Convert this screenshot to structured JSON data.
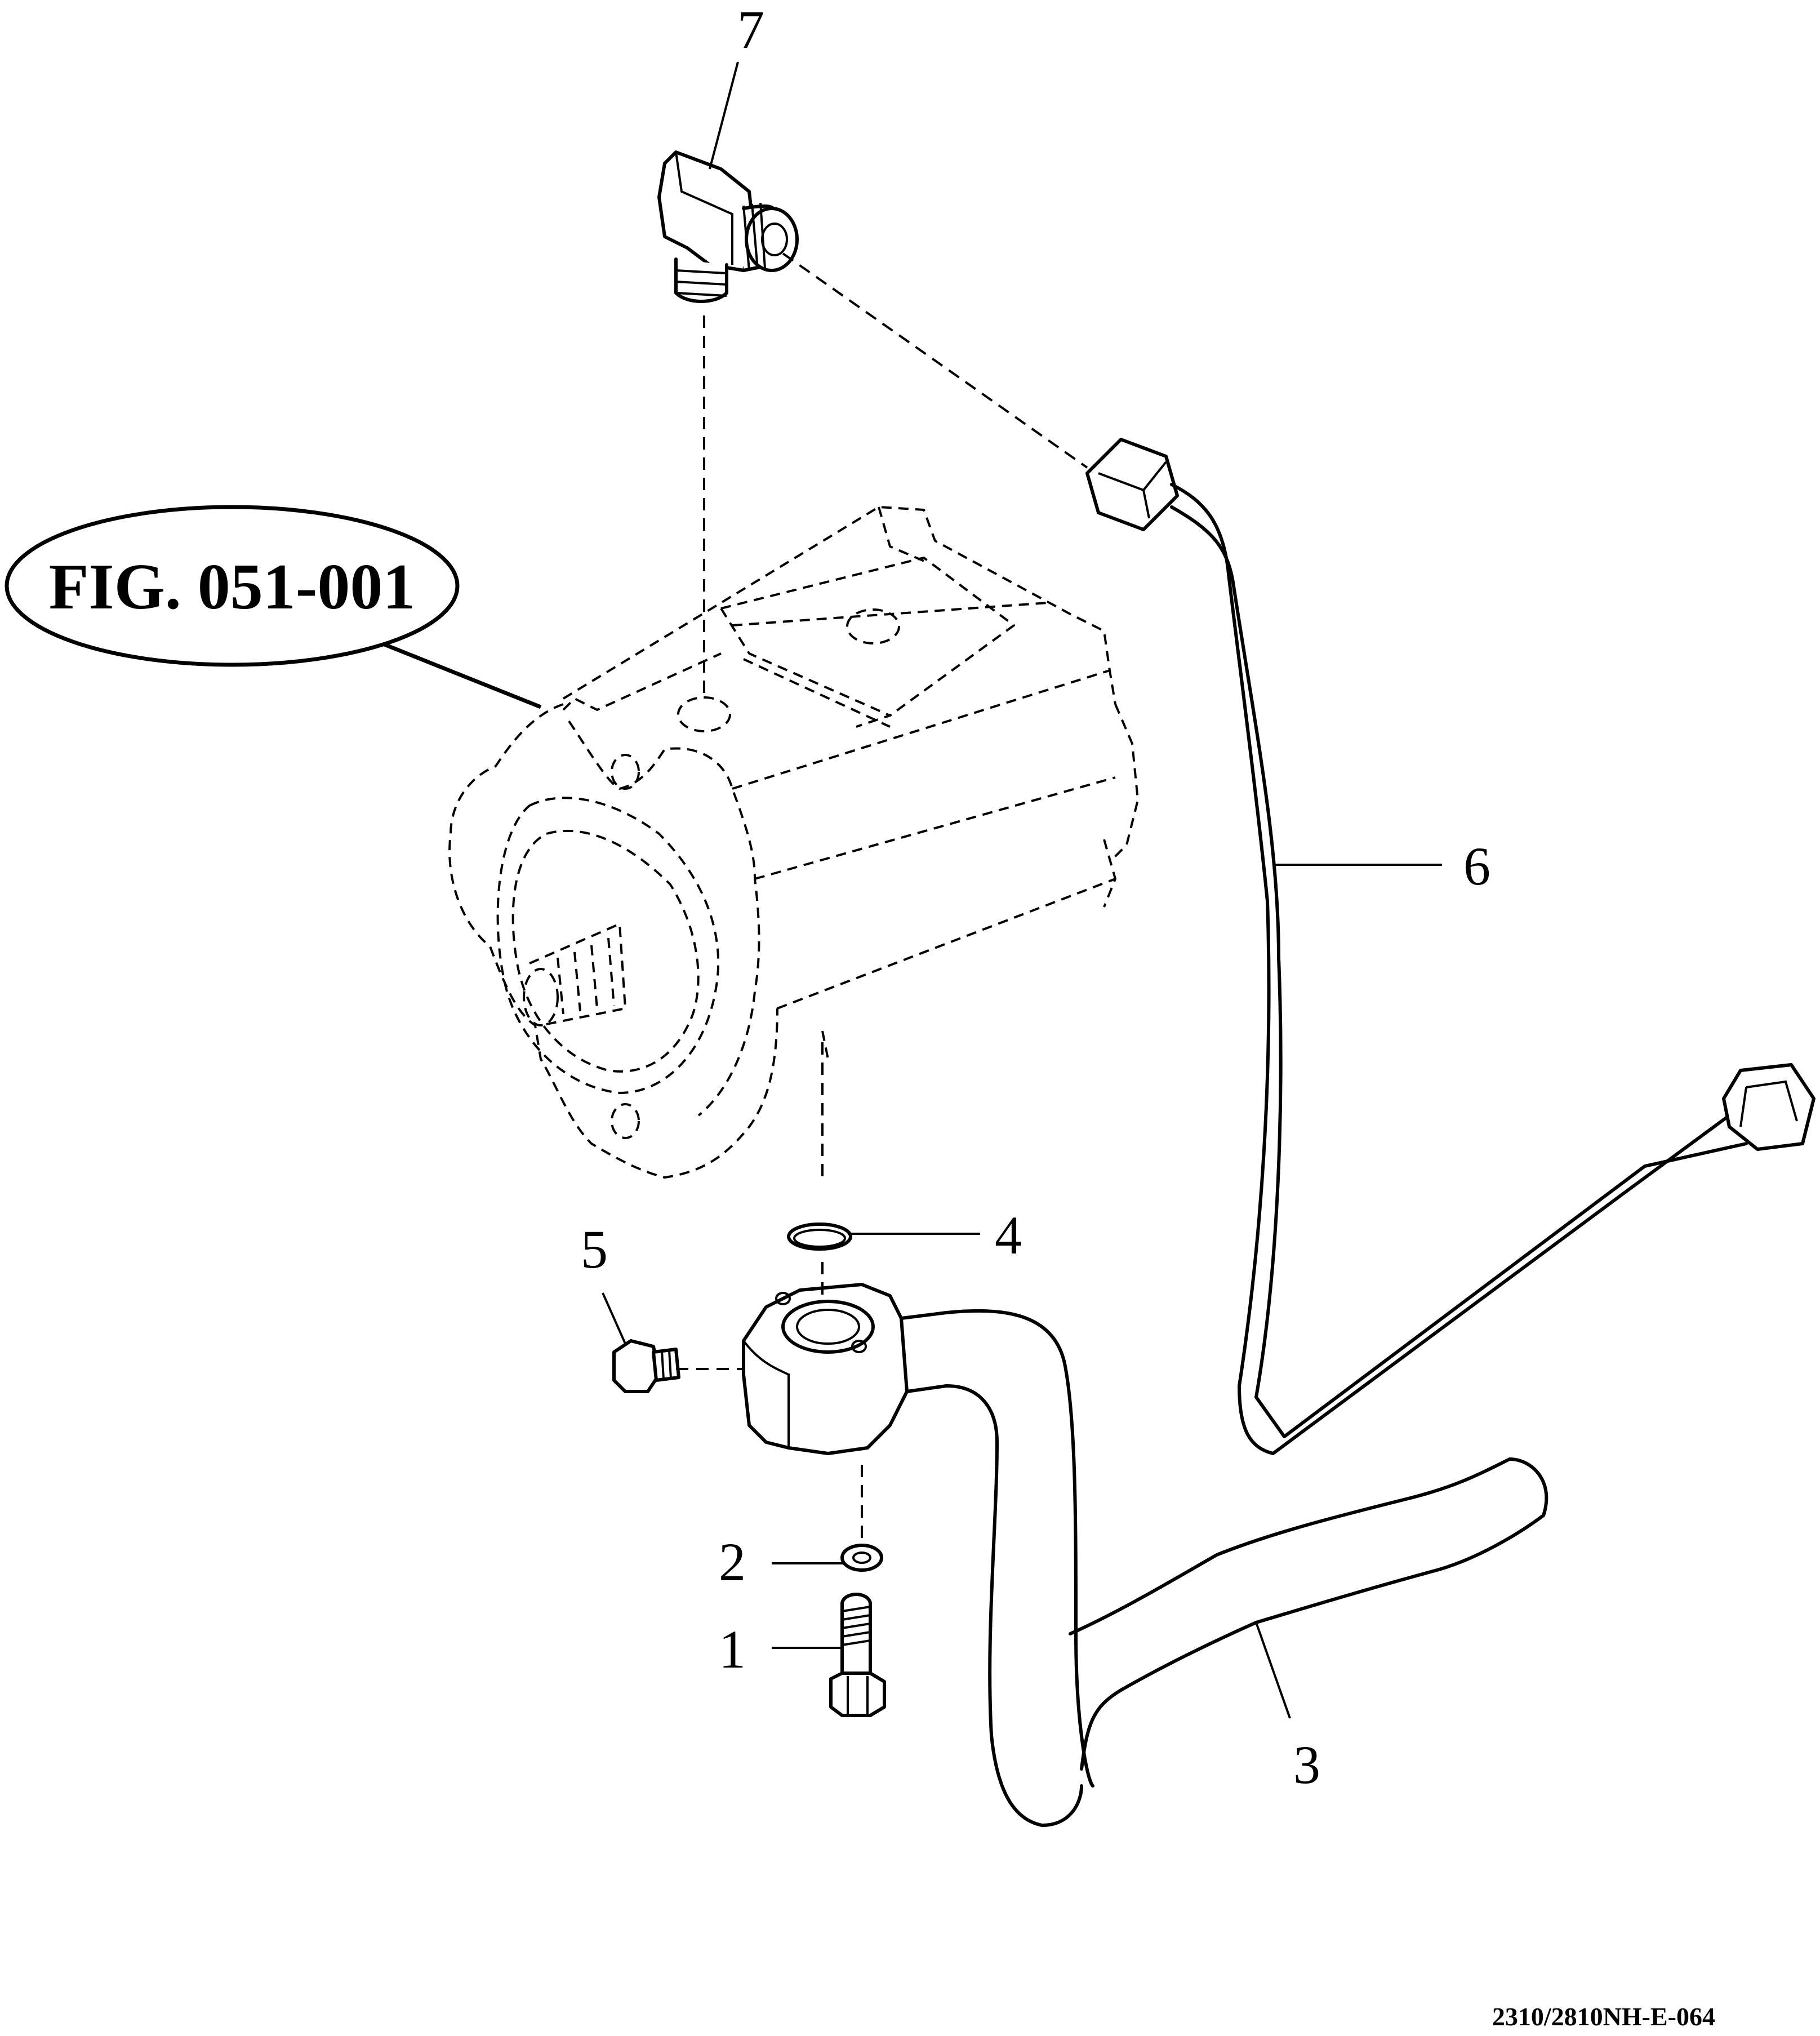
{
  "figure_reference": "FIG. 051-001",
  "document_number": "2310/2810NH-E-064",
  "callouts": {
    "c1": "1",
    "c2": "2",
    "c3": "3",
    "c4": "4",
    "c5": "5",
    "c6": "6",
    "c7": "7"
  }
}
